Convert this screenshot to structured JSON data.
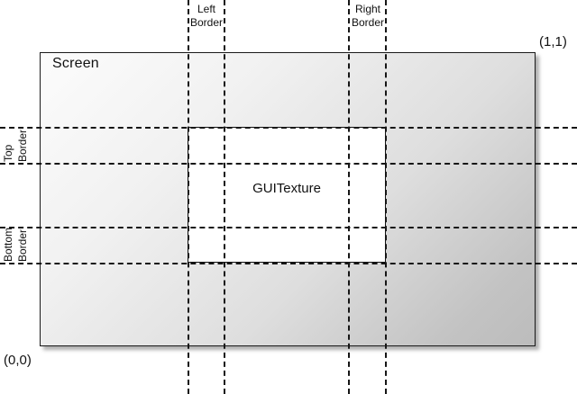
{
  "diagram": {
    "title_context": "Unity GUITexture border diagram",
    "screen": {
      "label": "Screen",
      "corner_origin": "(0,0)",
      "corner_max": "(1,1)"
    },
    "texture": {
      "label": "GUITexture"
    },
    "borders": {
      "left": {
        "line1": "Left",
        "line2": "Border"
      },
      "right": {
        "line1": "Right",
        "line2": "Border"
      },
      "top": {
        "line1": "Top",
        "line2": "Border"
      },
      "bottom": {
        "line1": "Bottom",
        "line2": "Border"
      }
    },
    "colors": {
      "line": "#161616",
      "screen_fill_light": "#fcfcfc",
      "screen_fill_dark": "#bcbcbc",
      "texture_fill": "#ffffff",
      "text": "#111111"
    },
    "geometry": {
      "vertical_guides_x": [
        208,
        248,
        386,
        427
      ],
      "horizontal_guides_y": [
        141,
        181,
        252,
        292
      ],
      "screen_rect": [
        44,
        58,
        550,
        327
      ],
      "texture_rect": [
        208,
        141,
        220,
        151
      ]
    }
  }
}
